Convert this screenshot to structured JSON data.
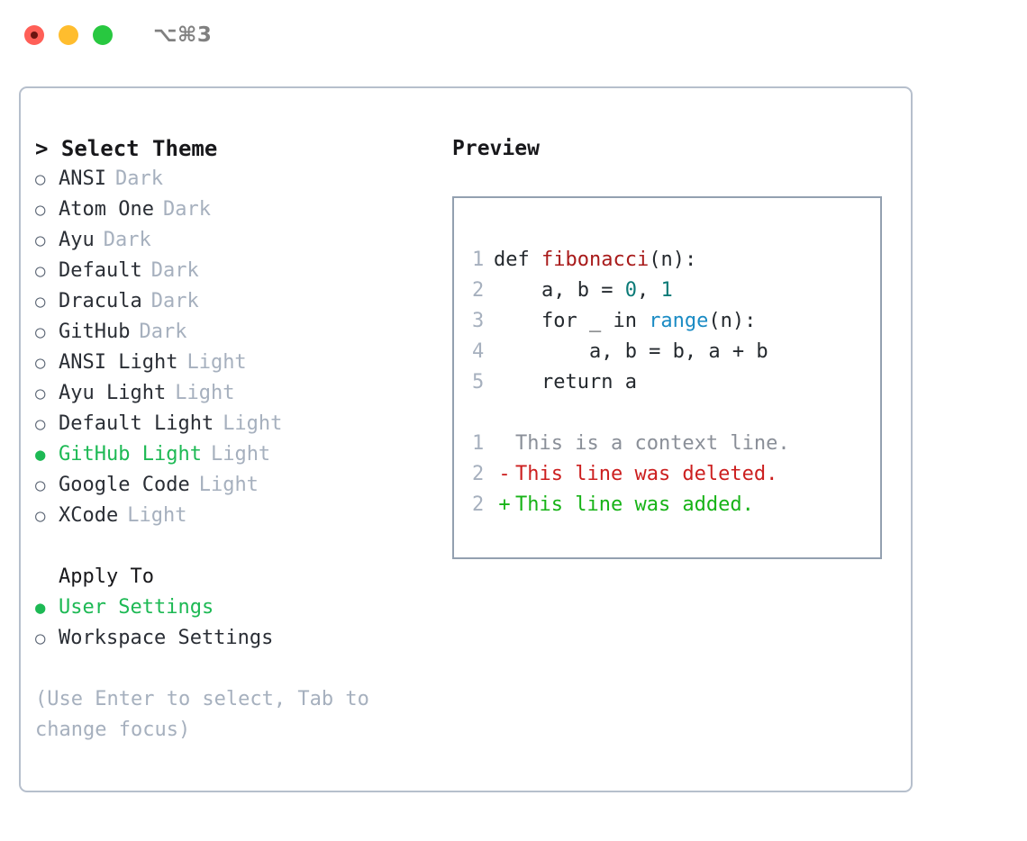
{
  "titlebar": {
    "shortcut": "⌥⌘3",
    "lights": [
      "close",
      "minimize",
      "maximize"
    ]
  },
  "theme_panel": {
    "heading": "> Select Theme",
    "caret": ">",
    "heading_text": "Select Theme",
    "items": [
      {
        "bullet": "○",
        "label": "ANSI",
        "variant": "Dark",
        "selected": false
      },
      {
        "bullet": "○",
        "label": "Atom One",
        "variant": "Dark",
        "selected": false
      },
      {
        "bullet": "○",
        "label": "Ayu",
        "variant": "Dark",
        "selected": false
      },
      {
        "bullet": "○",
        "label": "Default",
        "variant": "Dark",
        "selected": false
      },
      {
        "bullet": "○",
        "label": "Dracula",
        "variant": "Dark",
        "selected": false
      },
      {
        "bullet": "○",
        "label": "GitHub",
        "variant": "Dark",
        "selected": false
      },
      {
        "bullet": "○",
        "label": "ANSI Light",
        "variant": "Light",
        "selected": false
      },
      {
        "bullet": "○",
        "label": "Ayu Light",
        "variant": "Light",
        "selected": false
      },
      {
        "bullet": "○",
        "label": "Default Light",
        "variant": "Light",
        "selected": false
      },
      {
        "bullet": "●",
        "label": "GitHub Light",
        "variant": "Light",
        "selected": true
      },
      {
        "bullet": "○",
        "label": "Google Code",
        "variant": "Light",
        "selected": false
      },
      {
        "bullet": "○",
        "label": "XCode",
        "variant": "Light",
        "selected": false
      }
    ]
  },
  "apply_to": {
    "heading": "Apply To",
    "options": [
      {
        "bullet": "●",
        "label": "User Settings",
        "selected": true
      },
      {
        "bullet": "○",
        "label": "Workspace Settings",
        "selected": false
      }
    ]
  },
  "hint": "(Use Enter to select, Tab to change focus)",
  "preview": {
    "title": "Preview",
    "code_lines": [
      {
        "number": "1",
        "tokens": [
          {
            "text": "def ",
            "kind": "plain"
          },
          {
            "text": "fibonacci",
            "kind": "fn"
          },
          {
            "text": "(n):",
            "kind": "plain"
          }
        ]
      },
      {
        "number": "2",
        "tokens": [
          {
            "text": "    a, b = ",
            "kind": "plain"
          },
          {
            "text": "0",
            "kind": "num"
          },
          {
            "text": ", ",
            "kind": "plain"
          },
          {
            "text": "1",
            "kind": "num"
          }
        ]
      },
      {
        "number": "3",
        "tokens": [
          {
            "text": "    for _ in ",
            "kind": "plain"
          },
          {
            "text": "range",
            "kind": "builtin"
          },
          {
            "text": "(n):",
            "kind": "plain"
          }
        ]
      },
      {
        "number": "4",
        "tokens": [
          {
            "text": "        a, b = b, a + b",
            "kind": "plain"
          }
        ]
      },
      {
        "number": "5",
        "tokens": [
          {
            "text": "    return a",
            "kind": "plain"
          }
        ]
      }
    ],
    "diff_lines": [
      {
        "number": "1",
        "mark": " ",
        "text": "This is a context line.",
        "kind": "ctx"
      },
      {
        "number": "2",
        "mark": "-",
        "text": "This line was deleted.",
        "kind": "del"
      },
      {
        "number": "2",
        "mark": "+",
        "text": "This line was added.",
        "kind": "add"
      }
    ]
  },
  "colors": {
    "accent_green": "#1db954",
    "diff_add": "#17b317",
    "diff_del": "#cc1f1f",
    "muted": "#a6b0be",
    "border": "#b6bfcc",
    "preview_border": "#93a0b0",
    "fn_red": "#a81a1a",
    "num_teal": "#0b7a77",
    "builtin_blue": "#1a8bc4"
  }
}
